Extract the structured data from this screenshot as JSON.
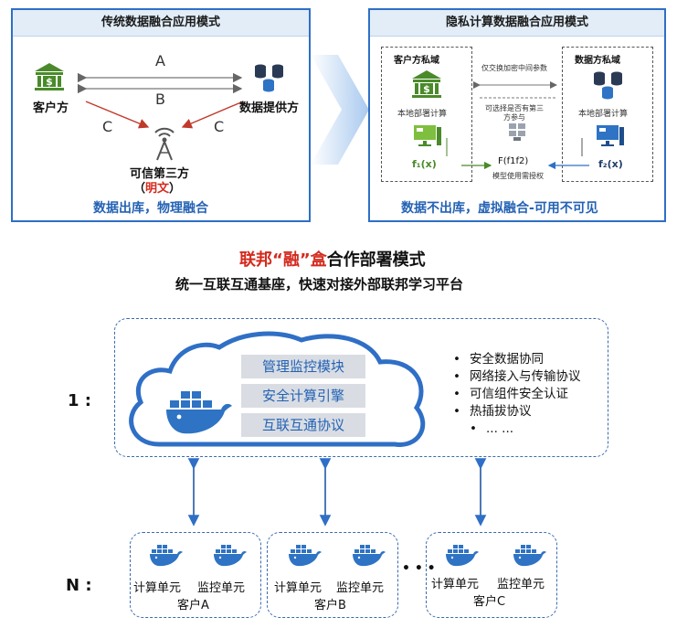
{
  "top_left": {
    "title": "传统数据融合应用模式",
    "customer": "客户方",
    "provider": "数据提供方",
    "edge_a": "A",
    "edge_b": "B",
    "edge_c_left": "C",
    "edge_c_right": "C",
    "third_party": "可信第三方",
    "paren_open": "（",
    "plaintext": "明文",
    "paren_close": "）",
    "footer": "数据出库，物理融合"
  },
  "top_right": {
    "title": "隐私计算数据融合应用模式",
    "customer_domain": "客户方私域",
    "data_domain": "数据方私域",
    "exchange_note": "仅交换加密中间参数",
    "optional_note_1": "可选择是否有第三",
    "optional_note_2": "方参与",
    "local_compute_left": "本地部署计算",
    "local_compute_right": "本地部署计算",
    "f1": "f₁(x)",
    "f2": "f₂(x)",
    "combined": "F(f1f2)",
    "auth_note": "模型使用需授权",
    "footer": "数据不出库，虚拟融合-可用不可见"
  },
  "headline": {
    "part1": "联邦“",
    "part2": "融”盒",
    "part3": "合作部署模式",
    "subtitle": "统一互联互通基座，快速对接外部联邦学习平台"
  },
  "cloud": {
    "level_label": "1 :",
    "modules": [
      "管理监控模块",
      "安全计算引擎",
      "互联互通协议"
    ],
    "features": [
      "安全数据协同",
      "网络接入与传输协议",
      "可信组件安全认证",
      "热插拔协议",
      "... ..."
    ]
  },
  "clients": {
    "level_label": "N :",
    "ellipsis": "• • •",
    "items": [
      {
        "compute": "计算单元",
        "monitor": "监控单元",
        "name": "客户A"
      },
      {
        "compute": "计算单元",
        "monitor": "监控单元",
        "name": "客户B"
      },
      {
        "compute": "计算单元",
        "monitor": "监控单元",
        "name": "客户C"
      }
    ]
  },
  "colors": {
    "accent_blue": "#2462b4",
    "highlight_red": "#d42a1e",
    "icon_green": "#4a8a2a",
    "whale_blue": "#2e73c4"
  }
}
